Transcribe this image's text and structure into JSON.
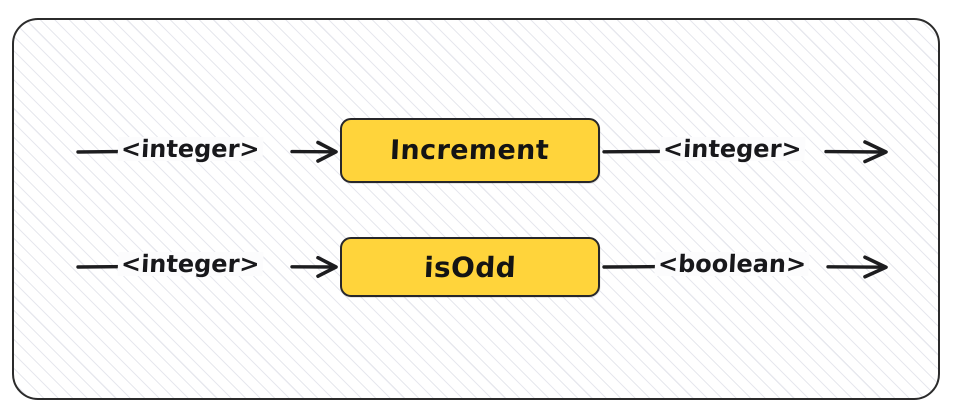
{
  "diagram": {
    "title": "",
    "colors": {
      "node_fill": "#ffd43b",
      "node_border": "#27272a",
      "wire": "#1d1d1f",
      "frame_border": "#2b2b2b",
      "hatch": "#e7e8ee",
      "background": "#ffffff"
    },
    "rows": [
      {
        "node_label": "Increment",
        "input_label": "<integer>",
        "output_label": "<integer>",
        "input_icon": "arrow-right-icon",
        "output_icon": "arrow-right-icon"
      },
      {
        "node_label": "isOdd",
        "input_label": "<integer>",
        "output_label": "<boolean>",
        "input_icon": "arrow-right-icon",
        "output_icon": "arrow-right-icon"
      }
    ]
  }
}
